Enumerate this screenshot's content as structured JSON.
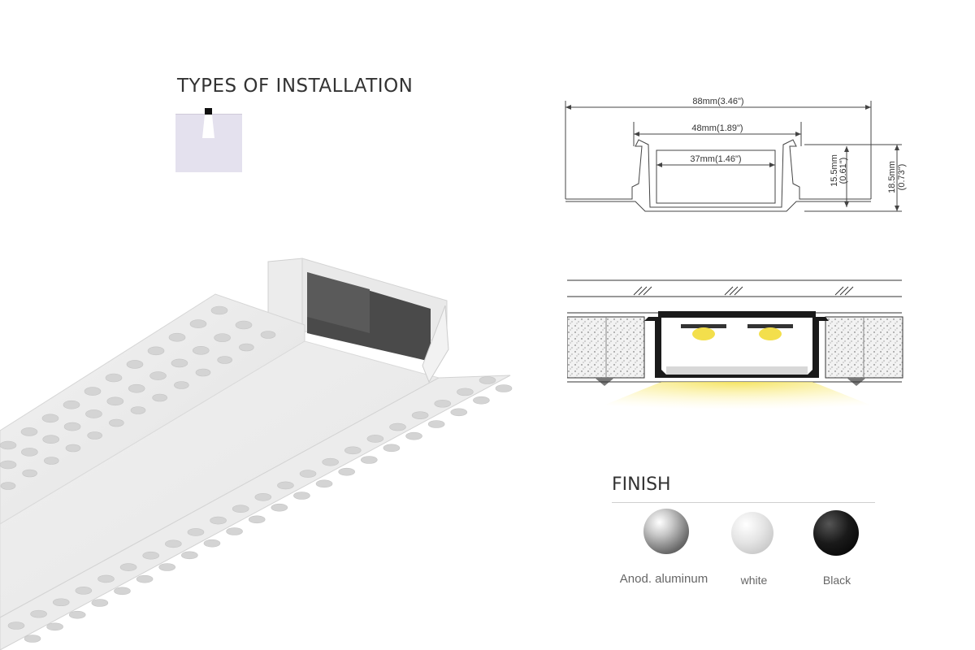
{
  "installation": {
    "heading": "TYPES OF INSTALLATION"
  },
  "dimensions": {
    "overall_width": "88mm(3.46\")",
    "flange_width": "48mm(1.89\")",
    "inner_width": "37mm(1.46\")",
    "inner_height_mm": "15.5mm",
    "inner_height_in": "(0.61\")",
    "overall_height_mm": "18.5mm",
    "overall_height_in": "(0.73\")"
  },
  "finish": {
    "heading": "FINISH",
    "options": [
      {
        "label": "Anod. aluminum",
        "color": "#a8a8a8"
      },
      {
        "label": "white",
        "color": "#dcdcdc"
      },
      {
        "label": "Black",
        "color": "#151515"
      }
    ]
  },
  "colors": {
    "light": "#f7e98a",
    "profile": "#1a1a1a",
    "plaster": "#e8e8e8"
  }
}
